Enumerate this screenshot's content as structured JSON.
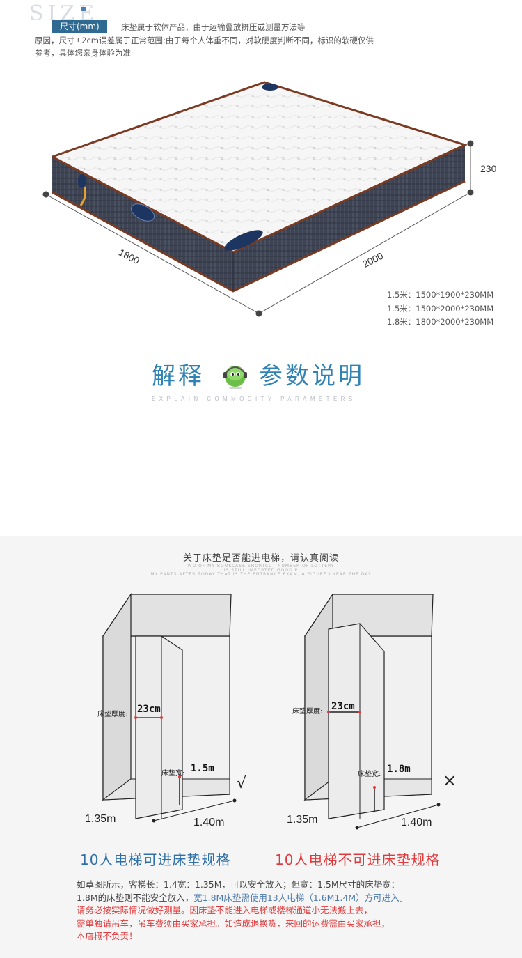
{
  "size_section": {
    "watermark": "SIZE",
    "badge": "尺寸(mm)",
    "note_line1": "床垫属于软体产品，由于运输叠放挤压或测量方法等",
    "note_line2": "原因，尺寸±2cm误差属于正常范围;由于每个人体重不同，对软硬度判断不同，标识的软硬仅供",
    "note_line3": "参考，具体您亲身体验为准"
  },
  "mattress_diagram": {
    "height_label": "230",
    "width_label": "1800",
    "length_label": "2000",
    "specs": [
      "1.5米：1500*1900*230MM",
      "1.5米：1500*2000*230MM",
      "1.8米：1800*2000*230MM"
    ]
  },
  "explain": {
    "left": "解释",
    "right": "参数说明",
    "subtitle": "EXPLAIN COMMODITY PARAMETERS"
  },
  "elevator": {
    "title": "关于床垫是否能进电梯，请认真阅读",
    "sub1": "WO OF MY BOOKCASE SHORTCUT NUMBER OF LOTTERY",
    "sub2": "IS STILL IMPORTED GOOD P",
    "sub3": "MY PANTS AFTER TODAY THAT IS THE ENTRANCE EXAM, A FIGURE I YEAR THE DAY",
    "left": {
      "thickness_label": "床垫厚度:",
      "thickness_value": "23cm",
      "width_label": "床垫宽:",
      "width_value": "1.5m",
      "depth": "1.35m",
      "width": "1.40m",
      "mark": "√"
    },
    "right": {
      "thickness_label": "床垫厚度:",
      "thickness_value": "23cm",
      "width_label": "床垫宽:",
      "width_value": "1.8m",
      "depth": "1.35m",
      "width": "1.40m",
      "mark": "×"
    },
    "verdict_ok": "10人电梯可进床垫规格",
    "verdict_no": "10人电梯不可进床垫规格",
    "note_a": "如草图所示，客梯长：1.4宽：1.35M，可以安全放入；但宽：1.5M尺寸的床垫宽：",
    "note_b1": "1.8M的床垫则不能安全放入，",
    "note_b2": "宽1.8M床垫需使用13人电梯（1.6M1.4M）方可进入。",
    "note_c": "请务必按实际情况做好测量。因床垫不能进入电梯或楼梯通道小无法搬上去，",
    "note_d": "需单独请吊车，吊车费须由买家承担。如造成退换货，来回的运费需由买家承担，",
    "note_e": "本店概不负责！"
  },
  "colors": {
    "accent_blue": "#2e82b4",
    "badge_blue": "#2f6a92",
    "warning_red": "#e0393b",
    "mattress_side": "#3b4150",
    "mattress_top": "#f7f7f7",
    "mattress_trim": "#7a3b22"
  },
  "icons": {
    "mascot": "green-headset-mascot-icon",
    "ok": "checkmark-icon",
    "no": "cross-icon"
  }
}
